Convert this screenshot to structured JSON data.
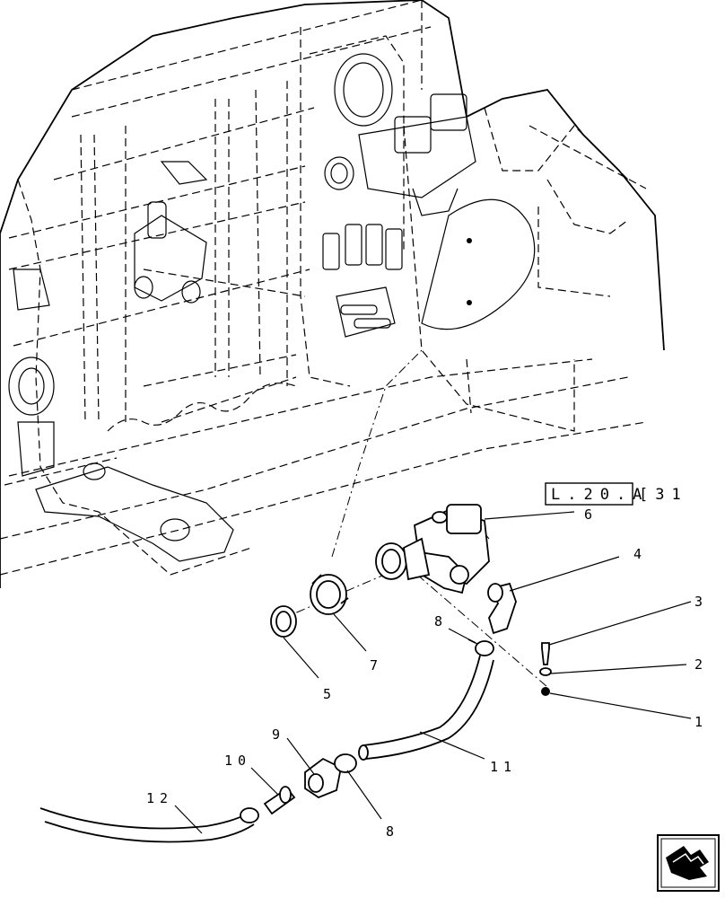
{
  "reference": {
    "box_text": "L.20.A",
    "trailing_text": "[31"
  },
  "callouts": [
    {
      "id": "c1",
      "text": "1"
    },
    {
      "id": "c2",
      "text": "2"
    },
    {
      "id": "c3",
      "text": "3"
    },
    {
      "id": "c4",
      "text": "4"
    },
    {
      "id": "c5",
      "text": "5"
    },
    {
      "id": "c6",
      "text": "6"
    },
    {
      "id": "c7",
      "text": "7"
    },
    {
      "id": "c8a",
      "text": "8"
    },
    {
      "id": "c8b",
      "text": "8"
    },
    {
      "id": "c9",
      "text": "9"
    },
    {
      "id": "c10",
      "text": "10"
    },
    {
      "id": "c11",
      "text": "11"
    },
    {
      "id": "c12",
      "text": "12"
    }
  ],
  "nav_icon": "next-page-arrow-icon"
}
